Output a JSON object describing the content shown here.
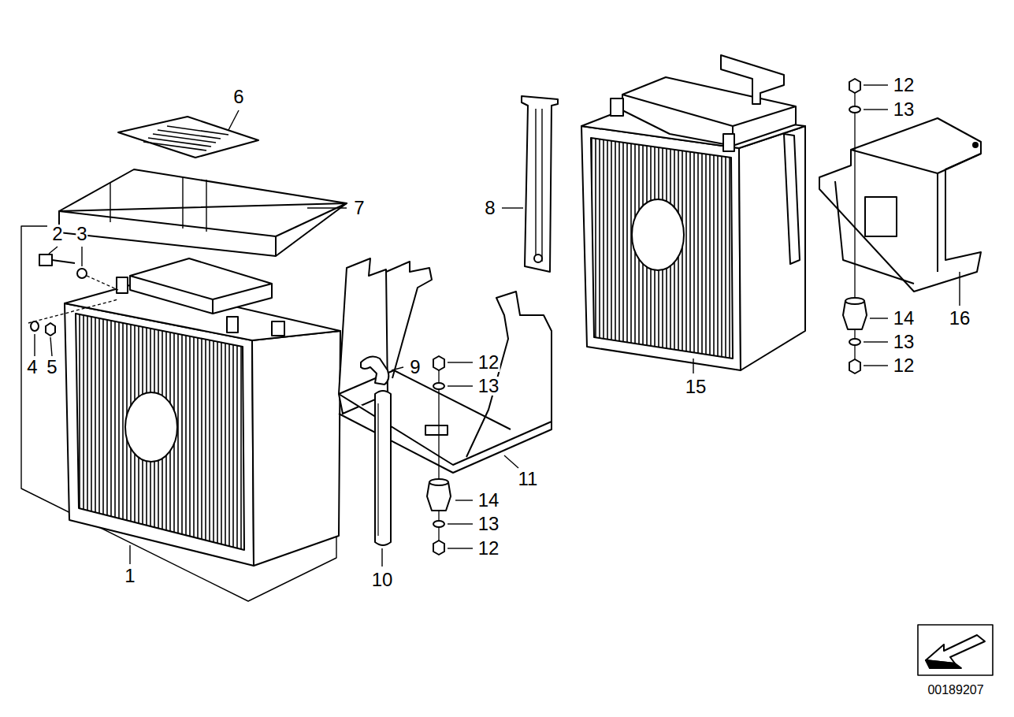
{
  "diagram": {
    "labels": [
      "6",
      "12",
      "13",
      "7",
      "8",
      "2",
      "3",
      "14",
      "16",
      "12",
      "13",
      "4",
      "5",
      "9",
      "13",
      "12",
      "15",
      "11",
      "14",
      "13",
      "12",
      "1",
      "10",
      "00189207"
    ]
  }
}
